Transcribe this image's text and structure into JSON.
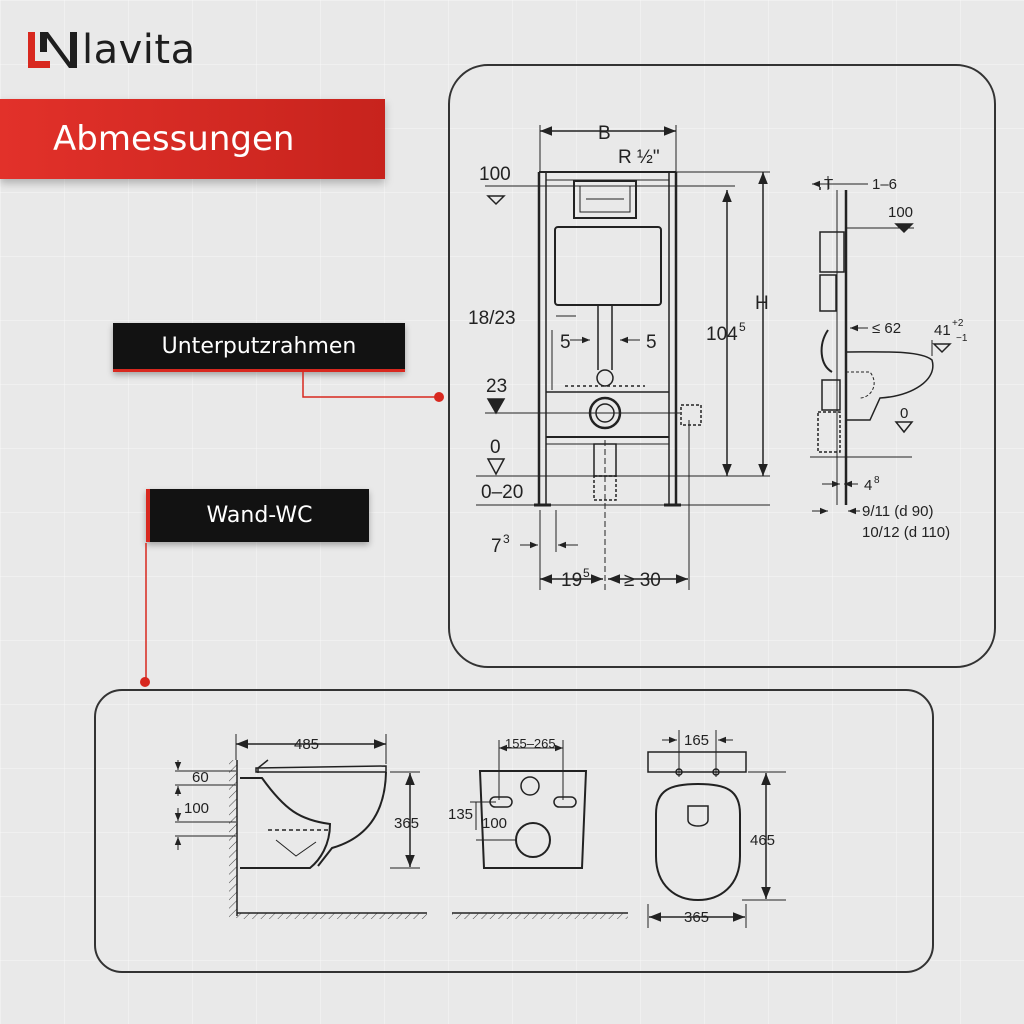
{
  "brand": {
    "name": "lavita",
    "accent": "#d8281f"
  },
  "heading": "Abmessungen",
  "labels": {
    "frame": "Unterputzrahmen",
    "wc": "Wand-WC"
  },
  "frame_front": {
    "B": "B",
    "R": "R ½\"",
    "d100": "100",
    "d1823": "18/23",
    "d5a": "5",
    "d5b": "5",
    "d1045": "104",
    "sup5": "5",
    "H": "H",
    "d23": "23",
    "d0": "0",
    "d020": "0–20",
    "d73": "7",
    "sup3": "3",
    "d195": "19",
    "sup5b": "5",
    "d30": "≥ 30"
  },
  "frame_side": {
    "T": "T",
    "d16": "1–6",
    "d100": "100",
    "d62": "≤ 62",
    "d41": "41",
    "d41sup": "+2",
    "d41sub": "−1",
    "d0": "0",
    "d48": "4",
    "d48sup": "8",
    "d911": "9/11   (d 90)",
    "d1012": "10/12 (d 110)"
  },
  "wc_side": {
    "d485": "485",
    "d60": "60",
    "d100": "100",
    "d365": "365"
  },
  "wc_back": {
    "d155265": "155–265",
    "d135": "135",
    "d100": "100"
  },
  "wc_top": {
    "d165": "165",
    "d465": "465",
    "d365": "365"
  }
}
